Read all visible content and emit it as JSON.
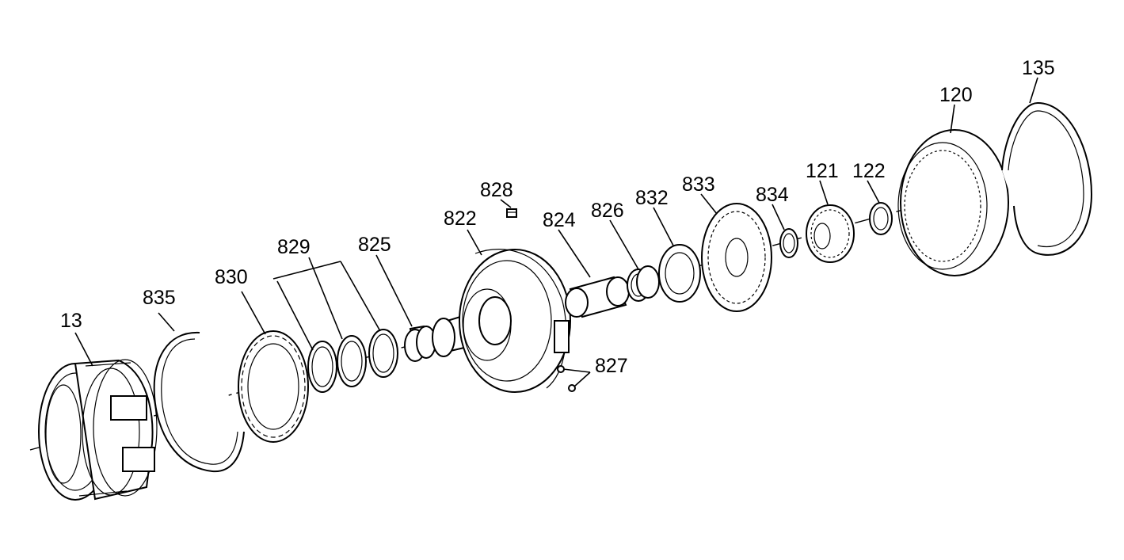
{
  "diagram": {
    "labels": {
      "p13": "13",
      "p835": "835",
      "p830": "830",
      "p829": "829",
      "p825": "825",
      "p822": "822",
      "p828": "828",
      "p824": "824",
      "p826": "826",
      "p832": "832",
      "p833": "833",
      "p834": "834",
      "p827": "827",
      "p121": "121",
      "p122": "122",
      "p120": "120",
      "p135": "135"
    }
  }
}
